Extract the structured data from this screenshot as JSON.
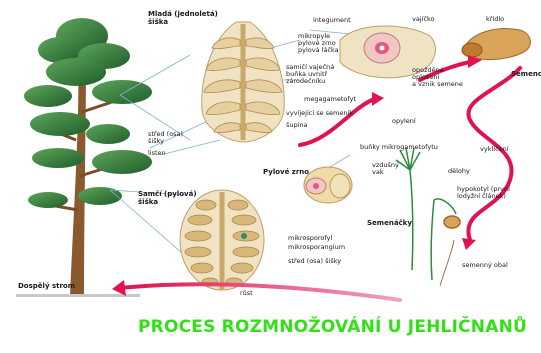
{
  "labels": {
    "mlada_sistka": "Mladá (jednoletá)",
    "mlada_sistka2": "šiška",
    "integument": "integument",
    "vajicko": "vajíčko",
    "kridlo": "křídlo",
    "mikropyle": "mikropyle",
    "pylove_zrno_small": "pylové zrno",
    "pylova_lacka": "pylová láčka",
    "samici_vajecna": "samičí vaječná",
    "bunka_uvnitr": "buňka uvnitř",
    "zarodecniku": "zárodečníku",
    "opozdene": "opožděné",
    "oplozeni": "oplození",
    "a_vznik_semene": "a vznik semene",
    "semeno": "Semeno",
    "megagametofyt": "megagametofyt",
    "vyvijejici": "vyvíjející se semeník",
    "supina": "šupina",
    "opyleni": "opylení",
    "stred_osa": "střed (osa)",
    "sisky": "šišky",
    "listen": "listen",
    "pylove_zrno": "Pylové zrno",
    "bunky_mikro": "buňky mikrogametofytu",
    "vzdusny": "vzdušný",
    "vak": "vak",
    "vyklicini": "vyklíčení",
    "delohy": "dělohy",
    "samci_sistka": "Samčí (pylová)",
    "samci_sistka2": "šiška",
    "hypokotyl": "hypokotyl (první",
    "hypokotyl2": "lodyžní článek)",
    "semenacky": "Semenáčky",
    "mikrosporofyl": "mikrosporofyl",
    "mikrosporangium": "mikrosporangium",
    "stred_osa2": "střed (osa) šišky",
    "semenny_obal": "semenný obal",
    "dospely_strom": "Dospělý strom",
    "rust": "růst"
  },
  "footer_title": "PROCES ROZMNOŽOVÁNÍ U JEHLIČNANŮ",
  "colors": {
    "arrow": "#e0134f",
    "tree_green": "#2f7a35",
    "trunk": "#8a5a2e",
    "cone_body": "#efe3c4",
    "cone_edge": "#c0a063",
    "footer": "#33e018",
    "leader": "#7fb2d6"
  }
}
